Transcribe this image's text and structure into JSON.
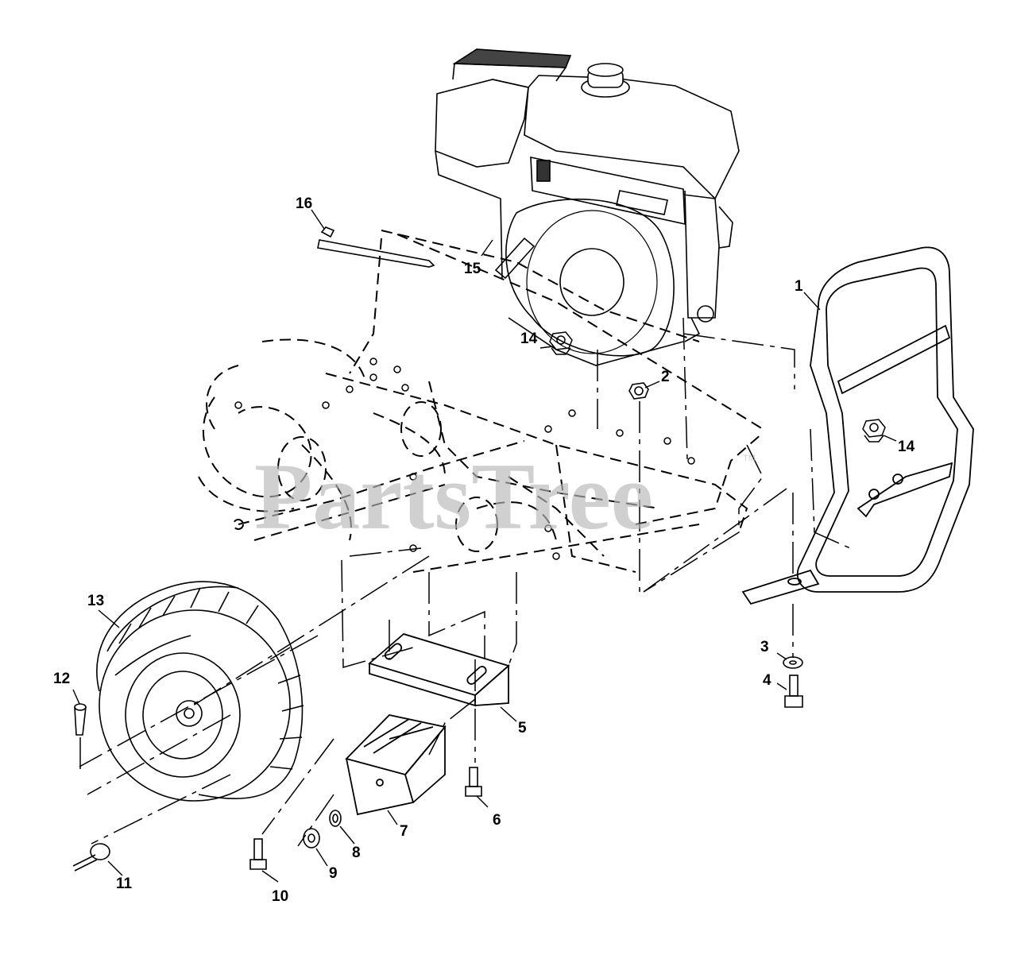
{
  "watermark": {
    "text": "PartsTree",
    "trademark": "TM",
    "color": "#b8b8b8"
  },
  "line_color": "#000000",
  "callouts": [
    "1",
    "2",
    "3",
    "4",
    "5",
    "6",
    "7",
    "8",
    "9",
    "10",
    "11",
    "12",
    "13",
    "14",
    "14",
    "15",
    "16"
  ]
}
